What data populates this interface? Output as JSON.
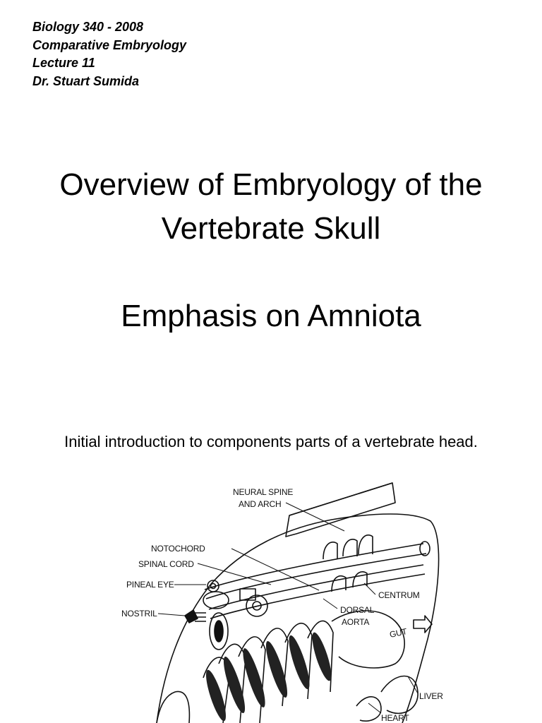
{
  "header": {
    "line1": "Biology 340 - 2008",
    "line2": "Comparative Embryology",
    "line3": "Lecture 11",
    "line4": "Dr. Stuart Sumida"
  },
  "title": {
    "line1": "Overview of Embryology of the",
    "line2": "Vertebrate Skull",
    "line3": "Emphasis on Amniota"
  },
  "intro": "Initial introduction to components parts of a vertebrate head.",
  "figure": {
    "labels": {
      "neural_spine_1": "NEURAL SPINE",
      "neural_spine_2": "AND ARCH",
      "notochord": "NOTOCHORD",
      "spinal_cord": "SPINAL CORD",
      "pineal_eye": "PINEAL EYE",
      "nostril": "NOSTRIL",
      "centrum": "CENTRUM",
      "dorsal_aorta_1": "DORSAL",
      "dorsal_aorta_2": "AORTA",
      "gut": "GUT",
      "liver": "LIVER",
      "heart": "HEART"
    }
  }
}
